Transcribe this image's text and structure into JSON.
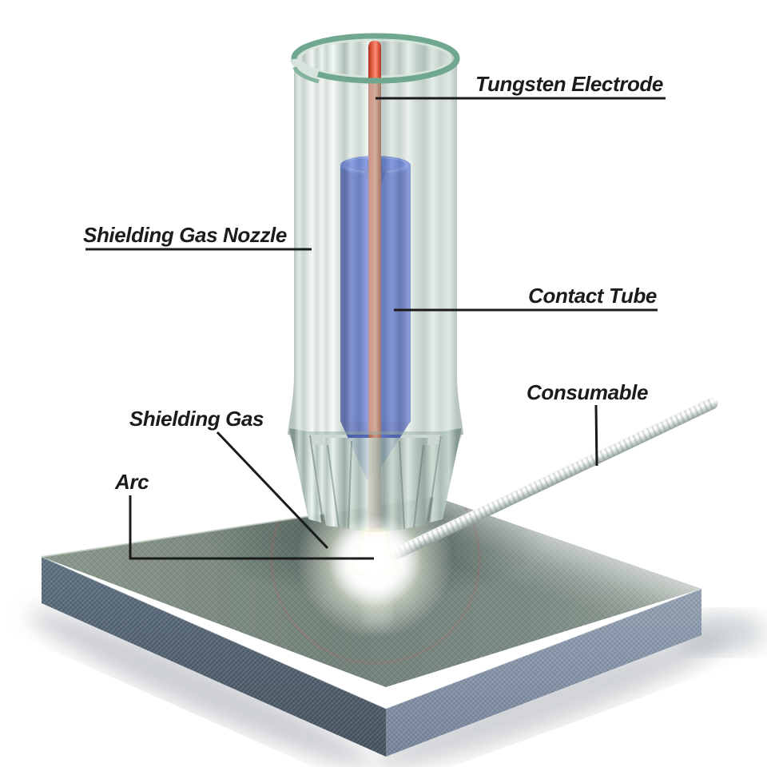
{
  "diagram": {
    "labels": {
      "tungsten_electrode": "Tungsten Electrode",
      "shielding_gas_nozzle": "Shielding Gas Nozzle",
      "contact_tube": "Contact Tube",
      "consumable": "Consumable",
      "shielding_gas": "Shielding Gas",
      "arc": "Arc"
    },
    "colors": {
      "electrode_orange": "#ee6a4e",
      "contact_tube_blue": "#2740dd",
      "nozzle_glass_green": "#c3d2cb",
      "nozzle_rim_teal": "#6fa78f",
      "workpiece_top": "#7a887e",
      "workpiece_front_left": "#56687a",
      "workpiece_front_right": "#8c9aac",
      "arc_glow_white": "#ffffff",
      "arc_halo_yellow": "#e6f0a2",
      "consumable_silver": "#c4cfcc",
      "label_text": "#1b1b1b"
    }
  }
}
